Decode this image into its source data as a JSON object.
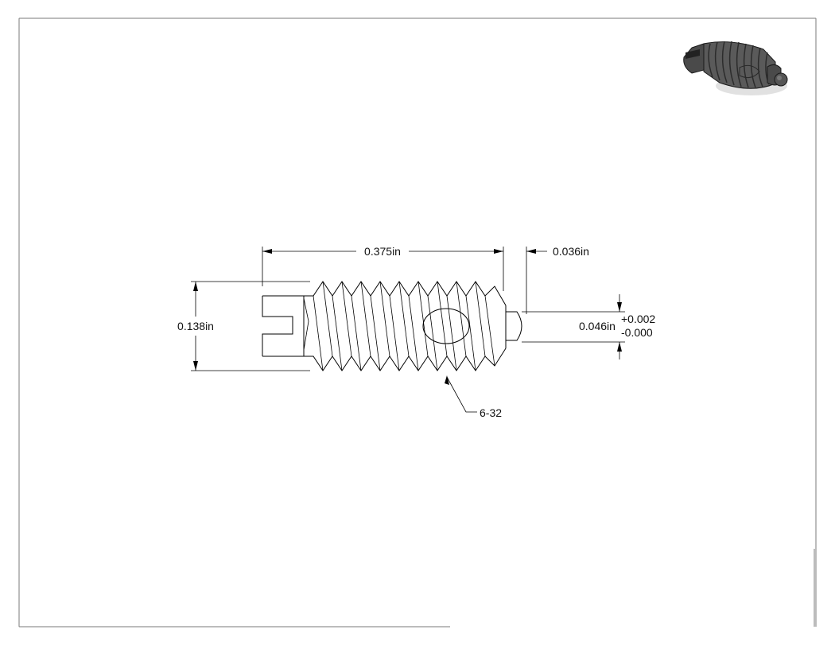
{
  "drawing": {
    "overall_length": "0.375in",
    "tip_length": "0.036in",
    "major_diameter": "0.138in",
    "tip_diameter": "0.046in",
    "tolerance_plus": "+0.002",
    "tolerance_minus": "-0.000",
    "thread_callout": "6-32"
  },
  "colors": {
    "line": "#000000",
    "border": "#7a7a7a",
    "iso_body": "#555555",
    "iso_shadow": "#333333"
  },
  "icons": {
    "iso_view": "set-screw-3d-icon"
  }
}
